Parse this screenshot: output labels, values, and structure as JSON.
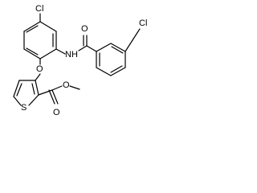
{
  "structure": {
    "atoms": {
      "cl_ring": "Cl",
      "nh": "NH",
      "o_amide": "O",
      "cl_methyl": "Cl",
      "o_ether": "O",
      "s": "S",
      "o_ester_carbonyl": "O",
      "o_ester": "O"
    }
  }
}
